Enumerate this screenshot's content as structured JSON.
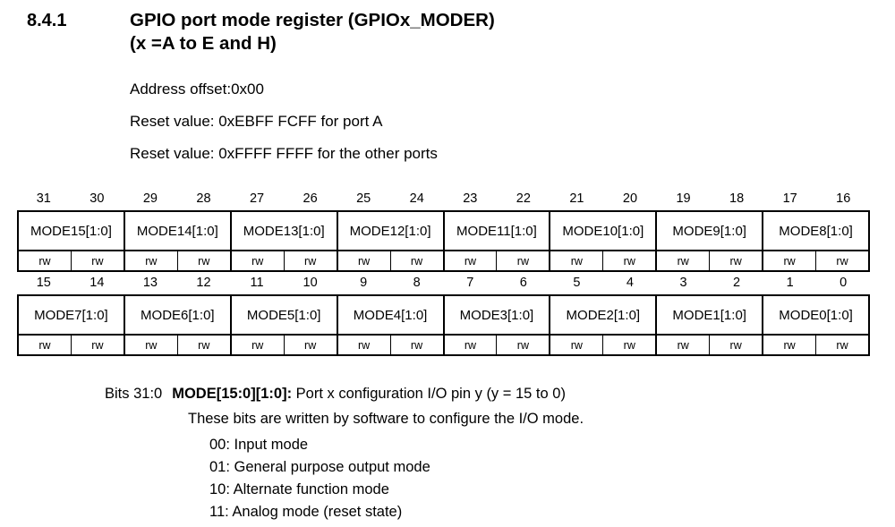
{
  "heading": {
    "section_number": "8.4.1",
    "title_line1": "GPIO port mode register (GPIOx_MODER)",
    "title_line2": "(x =A to E and H)"
  },
  "intro": [
    "Address offset:0x00",
    "Reset value: 0xEBFF FCFF for port A",
    "Reset value: 0xFFFF FFFF for the other ports"
  ],
  "register": {
    "access_label": "rw",
    "rows": [
      {
        "bit_numbers": [
          "31",
          "30",
          "29",
          "28",
          "27",
          "26",
          "25",
          "24",
          "23",
          "22",
          "21",
          "20",
          "19",
          "18",
          "17",
          "16"
        ],
        "fields": [
          "MODE15[1:0]",
          "MODE14[1:0]",
          "MODE13[1:0]",
          "MODE12[1:0]",
          "MODE11[1:0]",
          "MODE10[1:0]",
          "MODE9[1:0]",
          "MODE8[1:0]"
        ],
        "access": [
          "rw",
          "rw",
          "rw",
          "rw",
          "rw",
          "rw",
          "rw",
          "rw",
          "rw",
          "rw",
          "rw",
          "rw",
          "rw",
          "rw",
          "rw",
          "rw"
        ]
      },
      {
        "bit_numbers": [
          "15",
          "14",
          "13",
          "12",
          "11",
          "10",
          "9",
          "8",
          "7",
          "6",
          "5",
          "4",
          "3",
          "2",
          "1",
          "0"
        ],
        "fields": [
          "MODE7[1:0]",
          "MODE6[1:0]",
          "MODE5[1:0]",
          "MODE4[1:0]",
          "MODE3[1:0]",
          "MODE2[1:0]",
          "MODE1[1:0]",
          "MODE0[1:0]"
        ],
        "access": [
          "rw",
          "rw",
          "rw",
          "rw",
          "rw",
          "rw",
          "rw",
          "rw",
          "rw",
          "rw",
          "rw",
          "rw",
          "rw",
          "rw",
          "rw",
          "rw"
        ]
      }
    ]
  },
  "bit_description": {
    "bits_label": "Bits 31:0",
    "field_name": "MODE[15:0][1:0]:",
    "field_text": "Port x configuration I/O pin y (y = 15 to 0)",
    "summary": "These bits are written by software to configure the I/O mode.",
    "modes": [
      "00: Input mode",
      "01: General purpose output mode",
      "10: Alternate function mode",
      "11: Analog mode (reset state)"
    ]
  }
}
